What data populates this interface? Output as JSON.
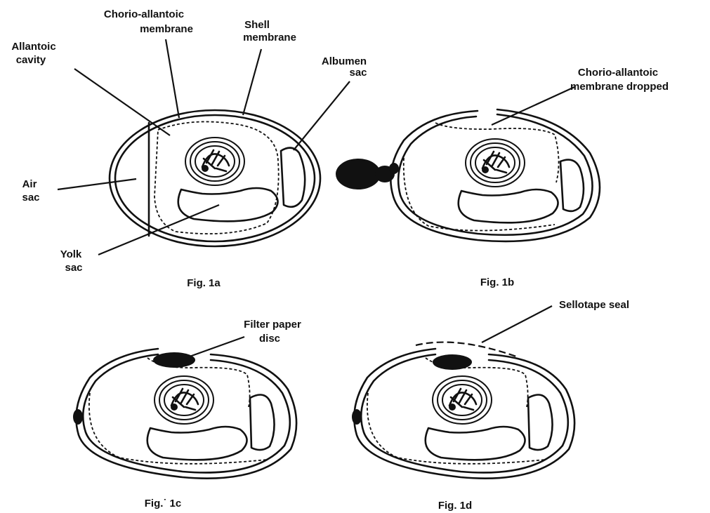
{
  "labels": {
    "chorio_allantoic_1": "Chorio-allantoic",
    "chorio_allantoic_2": "membrane",
    "allantoic_1": "Allantoic",
    "allantoic_2": "cavity",
    "shell_1": "Shell",
    "shell_2": "membrane",
    "albumen_1": "Albumen",
    "albumen_2": "sac",
    "air_1": "Air",
    "air_2": "sac",
    "yolk_1": "Yolk",
    "yolk_2": "sac",
    "dropped_1": "Chorio-allantoic",
    "dropped_2": "membrane dropped",
    "filter_1": "Filter paper",
    "filter_2": "disc",
    "sellotape": "Sellotape seal"
  },
  "captions": {
    "fig_1a": "Fig. 1a",
    "fig_1b": "Fig. 1b",
    "fig_1c": "Fig.˙ 1c",
    "fig_1d": "Fig. 1d"
  }
}
